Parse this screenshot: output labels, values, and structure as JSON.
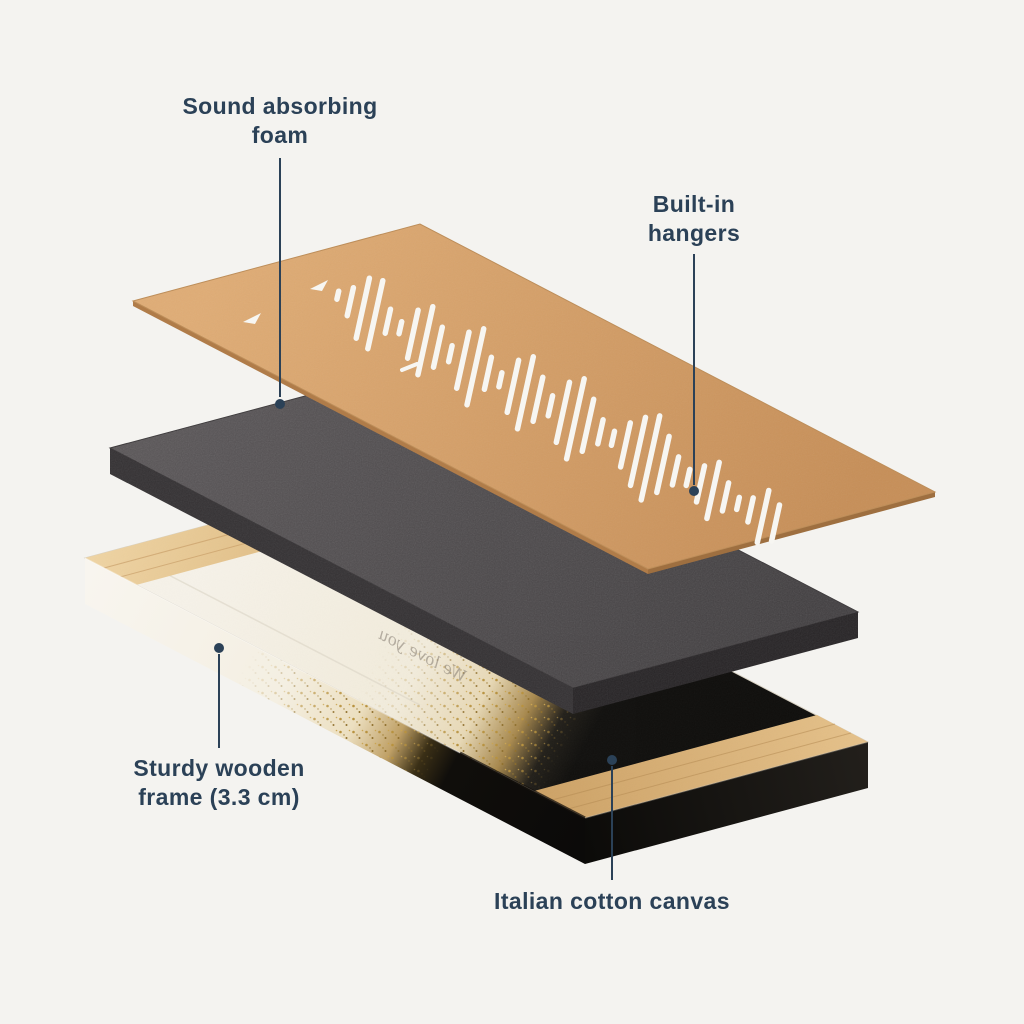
{
  "diagram": {
    "background_color": "#f4f3f0",
    "accent_color": "#2b4157",
    "labels": {
      "foam": {
        "line1": "Sound absorbing",
        "line2": "foam"
      },
      "hangers": {
        "line1": "Built-in",
        "line2": "hangers"
      },
      "frame": {
        "line1": "Sturdy wooden",
        "line2": "frame (3.3 cm)"
      },
      "canvas": {
        "line1": "Italian cotton canvas"
      }
    },
    "canvas_back_text": "We love you",
    "layer_colors": {
      "back_panel": "#d5a26b",
      "foam": "#4c494b",
      "canvas_top": "#f2eee4",
      "wood": "#e3c08a",
      "glitter_gold": "#b8923f",
      "artwork_black": "#0d0c0a"
    },
    "waveform_bar_half_heights": [
      4,
      14,
      30,
      34,
      12,
      6,
      24,
      34,
      20,
      8,
      28,
      38,
      16,
      7,
      26,
      36,
      22,
      10,
      30,
      40,
      26,
      12,
      7,
      22,
      34,
      42,
      28,
      14,
      8,
      18,
      28,
      14,
      6,
      12,
      26,
      18
    ]
  }
}
